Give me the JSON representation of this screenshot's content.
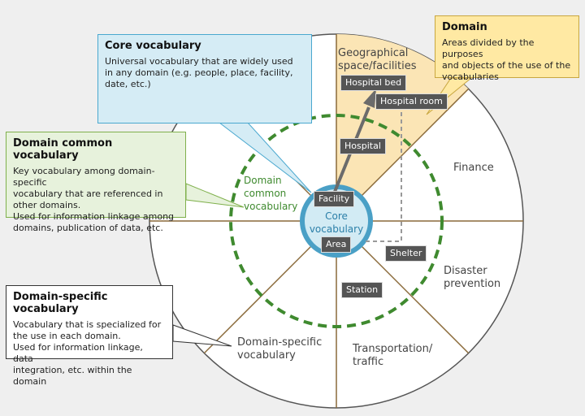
{
  "colors": {
    "background": "#efefef",
    "wheel_fill": "#ffffff",
    "wheel_stroke": "#555555",
    "spoke": "#8a6a3a",
    "highlight_sector": "#fbe5b5",
    "dashed_ring": "#3f8a2f",
    "core_ring": "#4aa0c6",
    "core_fill": "#d2ebf4",
    "arrow": "#6b6b6b",
    "tag_fill": "#555555"
  },
  "callouts": {
    "core": {
      "title": "Core vocabulary",
      "text": "Universal vocabulary that are widely used\nin any domain (e.g. people, place, facility,\ndate, etc.)"
    },
    "domain_common": {
      "title": "Domain common vocabulary",
      "text": "Key vocabulary among domain-specific\nvocabulary that are referenced in\nother domains.\nUsed for information linkage among\ndomains, publication of data, etc."
    },
    "domain_specific": {
      "title": "Domain-specific vocabulary",
      "text": "Vocabulary that is specialized for\nthe use in each domain.\nUsed for information linkage, data\nintegration, etc. within the domain"
    },
    "domain": {
      "title": "Domain",
      "text": "Areas divided by the purposes\nand objects of the use of the\nvocabularies"
    }
  },
  "sectors": {
    "geo": "Geographical\nspace/facilities",
    "finance": "Finance",
    "disaster": "Disaster\nprevention",
    "transport": "Transportation/\ntraffic",
    "specific": "Domain-specific\nvocabulary"
  },
  "rings": {
    "common_label": "Domain\ncommon\nvocabulary",
    "core_label": "Core\nvocabulary"
  },
  "tags": {
    "hospital_bed": "Hospital bed",
    "hospital_room": "Hospital room",
    "hospital": "Hospital",
    "facility": "Facility",
    "area": "Area",
    "shelter": "Shelter",
    "station": "Station"
  }
}
